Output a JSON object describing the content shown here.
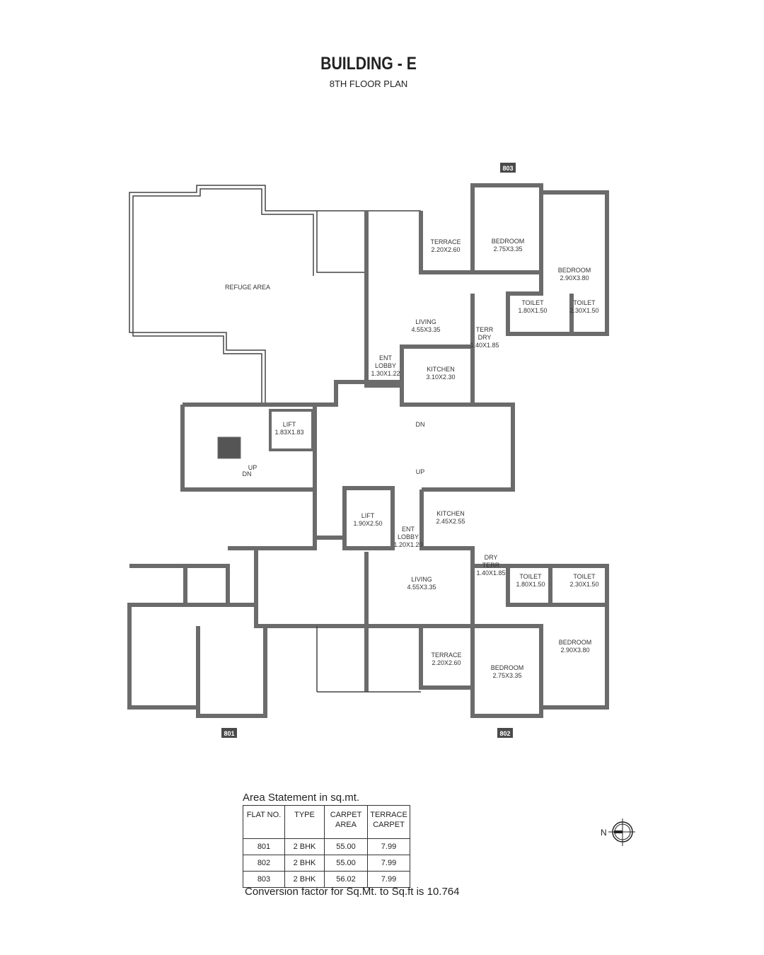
{
  "header": {
    "title": "BUILDING - E",
    "subtitle": "8TH FLOOR PLAN"
  },
  "flat_tags": [
    "803",
    "801",
    "802"
  ],
  "rooms": [
    {
      "name": "REFUGE AREA",
      "dims": ""
    },
    {
      "name": "TERRACE",
      "dims": "2.20X2.60"
    },
    {
      "name": "BEDROOM",
      "dims": "2.75X3.35"
    },
    {
      "name": "BEDROOM",
      "dims": "2.90X3.80"
    },
    {
      "name": "LIVING",
      "dims": "4.55X3.35"
    },
    {
      "name": "TOILET",
      "dims": "1.80X1.50"
    },
    {
      "name": "TOILET",
      "dims": "2.30X1.50"
    },
    {
      "name": "TERR DRY",
      "dims": "1.40X1.85"
    },
    {
      "name": "ENT LOBBY",
      "dims": "1.30X1.22"
    },
    {
      "name": "KITCHEN",
      "dims": "3.10X2.30"
    },
    {
      "name": "LIFT",
      "dims": "1.83X1.83"
    },
    {
      "name": "LIFT",
      "dims": "1.90X2.50"
    },
    {
      "name": "ENT LOBBY",
      "dims": "1.20X1.20"
    },
    {
      "name": "KITCHEN",
      "dims": "2.45X2.55"
    },
    {
      "name": "DRY TERR",
      "dims": "1.40X1.85"
    },
    {
      "name": "LIVING",
      "dims": "4.55X3.35"
    },
    {
      "name": "TOILET",
      "dims": "1.80X1.50"
    },
    {
      "name": "TOILET",
      "dims": "2.30X1.50"
    },
    {
      "name": "BEDROOM",
      "dims": "2.90X3.80"
    },
    {
      "name": "TERRACE",
      "dims": "2.20X2.60"
    },
    {
      "name": "BEDROOM",
      "dims": "2.75X3.35"
    }
  ],
  "stair_labels": [
    "DN",
    "UP",
    "UP",
    "DN"
  ],
  "area_statement": {
    "title": "Area Statement in sq.mt.",
    "headers": [
      "FLAT NO.",
      "TYPE",
      "CARPET AREA",
      "TERRACE CARPET"
    ],
    "rows": [
      [
        "801",
        "2 BHK",
        "55.00",
        "7.99"
      ],
      [
        "802",
        "2 BHK",
        "55.00",
        "7.99"
      ],
      [
        "803",
        "2 BHK",
        "56.02",
        "7.99"
      ]
    ],
    "note": "Conversion factor for Sq.Mt. to Sq.ft is 10.764"
  },
  "compass": {
    "label": "N"
  },
  "colors": {
    "wall": "#6b6b6b",
    "tag": "#4a4a4a"
  }
}
